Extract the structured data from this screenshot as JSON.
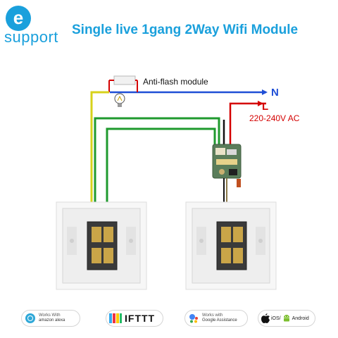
{
  "brand": {
    "logo_letter": "e",
    "name": "support"
  },
  "title": "Single live 1gang 2Way Wifi Module",
  "labels": {
    "anti_flash": "Anti-flash module",
    "neutral": "N",
    "live": "L",
    "voltage": "220-240V AC"
  },
  "colors": {
    "brand": "#1aa0dc",
    "neutral_wire": "#1f4fd6",
    "live_wire": "#d40000",
    "yellow_wire": "#d7d21b",
    "green_wire": "#1f9a2e",
    "black_wire": "#111111"
  },
  "badges": {
    "alexa": {
      "line1": "Works With",
      "line2": "amazon alexa",
      "icon": "alexa-icon"
    },
    "ifttt": {
      "text": "IFTTT",
      "icon": "ifttt-color-blocks"
    },
    "google": {
      "line1": "Works with",
      "line2": "Google Assistance",
      "icon": "google-assistant-icon"
    },
    "os": {
      "ios": "iOS/",
      "android": "Android",
      "icon": "apple-icon"
    }
  }
}
